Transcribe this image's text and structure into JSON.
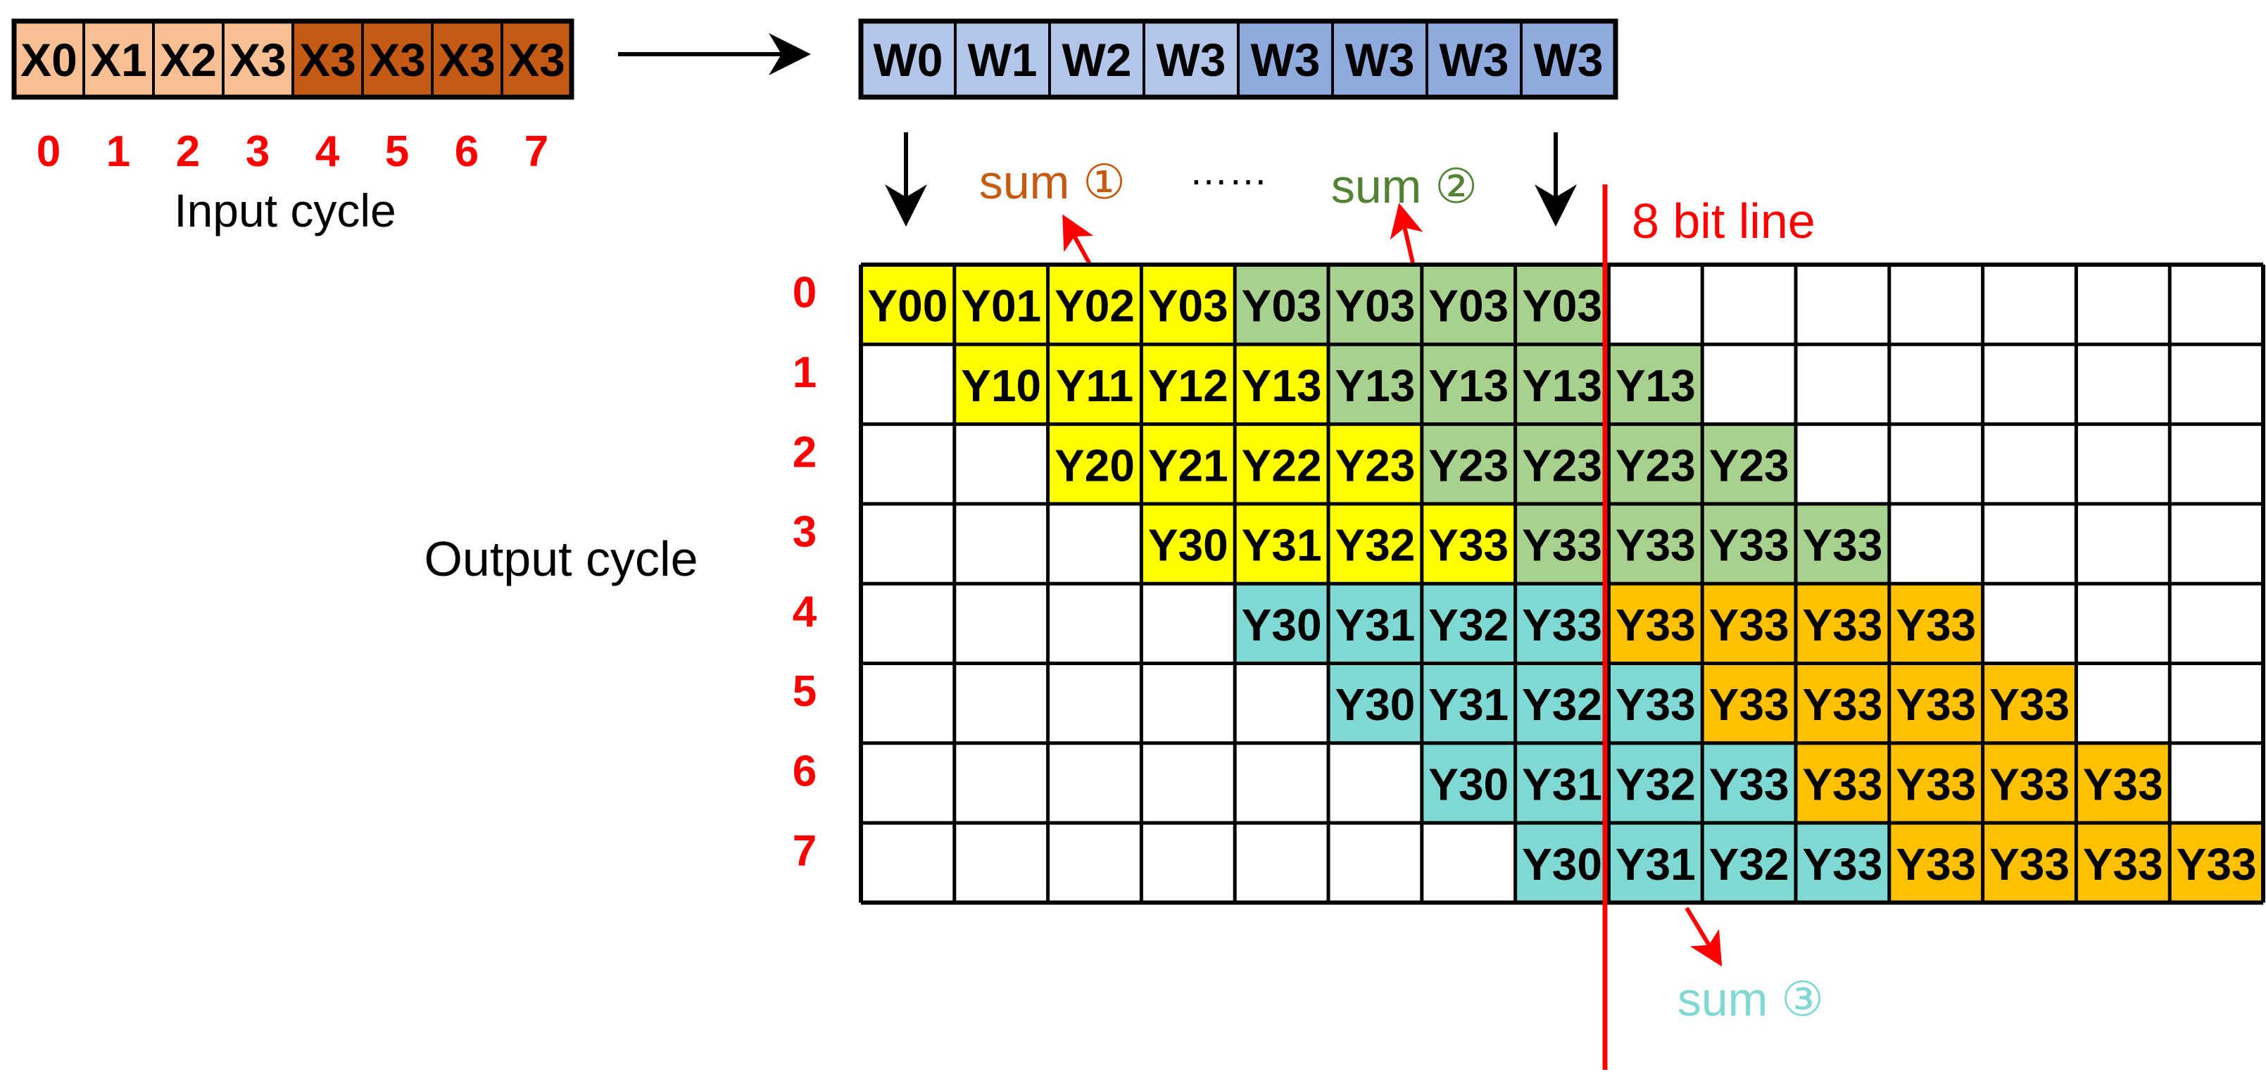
{
  "input": {
    "cells": [
      "X0",
      "X1",
      "X2",
      "X3",
      "X3",
      "X3",
      "X3",
      "X3"
    ],
    "indices": [
      "0",
      "1",
      "2",
      "3",
      "4",
      "5",
      "6",
      "7"
    ],
    "label": "Input cycle",
    "colors": [
      "#f8bf92",
      "#f8bf92",
      "#f8bf92",
      "#f8bf92",
      "#c55a14",
      "#c55a14",
      "#c55a14",
      "#c55a14"
    ]
  },
  "weights": {
    "cells": [
      "W0",
      "W1",
      "W2",
      "W3",
      "W3",
      "W3",
      "W3",
      "W3"
    ],
    "colors": [
      "#b3c5e8",
      "#b3c5e8",
      "#b3c5e8",
      "#b3c5e8",
      "#8faadc",
      "#8faadc",
      "#8faadc",
      "#8faadc"
    ]
  },
  "sums": {
    "sum1": "sum ①",
    "sum2": "sum ②",
    "sum3": "sum ③",
    "dots": "……",
    "sum1_color": "#c55a11",
    "sum2_color": "#548235",
    "sum3_color": "#7fd8d2"
  },
  "bit_line": {
    "label": "8 bit line",
    "color": "#ff0000"
  },
  "output": {
    "label": "Output cycle",
    "row_labels": [
      "0",
      "1",
      "2",
      "3",
      "4",
      "5",
      "6",
      "7"
    ],
    "columns": 15,
    "palette": {
      "Y": "#ffff00",
      "G": "#a9d18e",
      "C": "#7fd8d2",
      "O": "#ffc000"
    },
    "rows": [
      [
        [
          "Y00",
          "Y"
        ],
        [
          "Y01",
          "Y"
        ],
        [
          "Y02",
          "Y"
        ],
        [
          "Y03",
          "Y"
        ],
        [
          "Y03",
          "G"
        ],
        [
          "Y03",
          "G"
        ],
        [
          "Y03",
          "G"
        ],
        [
          "Y03",
          "G"
        ],
        null,
        null,
        null,
        null,
        null,
        null,
        null
      ],
      [
        null,
        [
          "Y10",
          "Y"
        ],
        [
          "Y11",
          "Y"
        ],
        [
          "Y12",
          "Y"
        ],
        [
          "Y13",
          "Y"
        ],
        [
          "Y13",
          "G"
        ],
        [
          "Y13",
          "G"
        ],
        [
          "Y13",
          "G"
        ],
        [
          "Y13",
          "G"
        ],
        null,
        null,
        null,
        null,
        null,
        null
      ],
      [
        null,
        null,
        [
          "Y20",
          "Y"
        ],
        [
          "Y21",
          "Y"
        ],
        [
          "Y22",
          "Y"
        ],
        [
          "Y23",
          "Y"
        ],
        [
          "Y23",
          "G"
        ],
        [
          "Y23",
          "G"
        ],
        [
          "Y23",
          "G"
        ],
        [
          "Y23",
          "G"
        ],
        null,
        null,
        null,
        null,
        null
      ],
      [
        null,
        null,
        null,
        [
          "Y30",
          "Y"
        ],
        [
          "Y31",
          "Y"
        ],
        [
          "Y32",
          "Y"
        ],
        [
          "Y33",
          "Y"
        ],
        [
          "Y33",
          "G"
        ],
        [
          "Y33",
          "G"
        ],
        [
          "Y33",
          "G"
        ],
        [
          "Y33",
          "G"
        ],
        null,
        null,
        null,
        null
      ],
      [
        null,
        null,
        null,
        null,
        [
          "Y30",
          "C"
        ],
        [
          "Y31",
          "C"
        ],
        [
          "Y32",
          "C"
        ],
        [
          "Y33",
          "C"
        ],
        [
          "Y33",
          "O"
        ],
        [
          "Y33",
          "O"
        ],
        [
          "Y33",
          "O"
        ],
        [
          "Y33",
          "O"
        ],
        null,
        null,
        null
      ],
      [
        null,
        null,
        null,
        null,
        null,
        [
          "Y30",
          "C"
        ],
        [
          "Y31",
          "C"
        ],
        [
          "Y32",
          "C"
        ],
        [
          "Y33",
          "C"
        ],
        [
          "Y33",
          "O"
        ],
        [
          "Y33",
          "O"
        ],
        [
          "Y33",
          "O"
        ],
        [
          "Y33",
          "O"
        ],
        null,
        null
      ],
      [
        null,
        null,
        null,
        null,
        null,
        null,
        [
          "Y30",
          "C"
        ],
        [
          "Y31",
          "C"
        ],
        [
          "Y32",
          "C"
        ],
        [
          "Y33",
          "C"
        ],
        [
          "Y33",
          "O"
        ],
        [
          "Y33",
          "O"
        ],
        [
          "Y33",
          "O"
        ],
        [
          "Y33",
          "O"
        ],
        null
      ],
      [
        null,
        null,
        null,
        null,
        null,
        null,
        null,
        [
          "Y30",
          "C"
        ],
        [
          "Y31",
          "C"
        ],
        [
          "Y32",
          "C"
        ],
        [
          "Y33",
          "C"
        ],
        [
          "Y33",
          "O"
        ],
        [
          "Y33",
          "O"
        ],
        [
          "Y33",
          "O"
        ],
        [
          "Y33",
          "O"
        ]
      ]
    ]
  }
}
